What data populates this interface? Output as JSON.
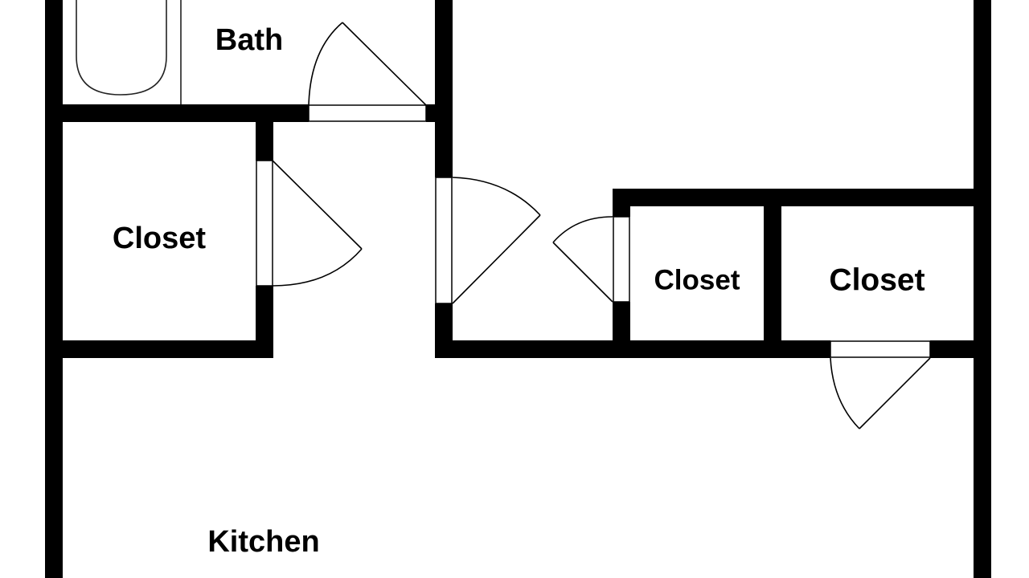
{
  "diagram": {
    "type": "floor-plan",
    "colors": {
      "wall": "#000000",
      "background": "#ffffff",
      "line": "#000000"
    },
    "rooms": [
      {
        "id": "bath",
        "label": "Bath"
      },
      {
        "id": "closet-left",
        "label": "Closet"
      },
      {
        "id": "closet-small",
        "label": "Closet"
      },
      {
        "id": "closet-right",
        "label": "Closet"
      },
      {
        "id": "kitchen",
        "label": "Kitchen"
      }
    ],
    "fixtures": [
      {
        "id": "bathtub",
        "room": "bath",
        "icon": "bathtub-icon"
      }
    ],
    "doors": [
      {
        "id": "bath-door",
        "connects": [
          "bath",
          "hallway"
        ],
        "icon": "door-swing-icon"
      },
      {
        "id": "closet-left-door",
        "connects": [
          "closet-left",
          "hallway"
        ],
        "icon": "door-swing-icon"
      },
      {
        "id": "hallway-east-door",
        "connects": [
          "hallway",
          "room-east"
        ],
        "icon": "door-swing-icon"
      },
      {
        "id": "closet-small-door",
        "connects": [
          "closet-small",
          "room-east"
        ],
        "icon": "door-swing-icon"
      },
      {
        "id": "closet-right-door",
        "connects": [
          "closet-right",
          "kitchen"
        ],
        "icon": "door-swing-icon"
      }
    ]
  }
}
